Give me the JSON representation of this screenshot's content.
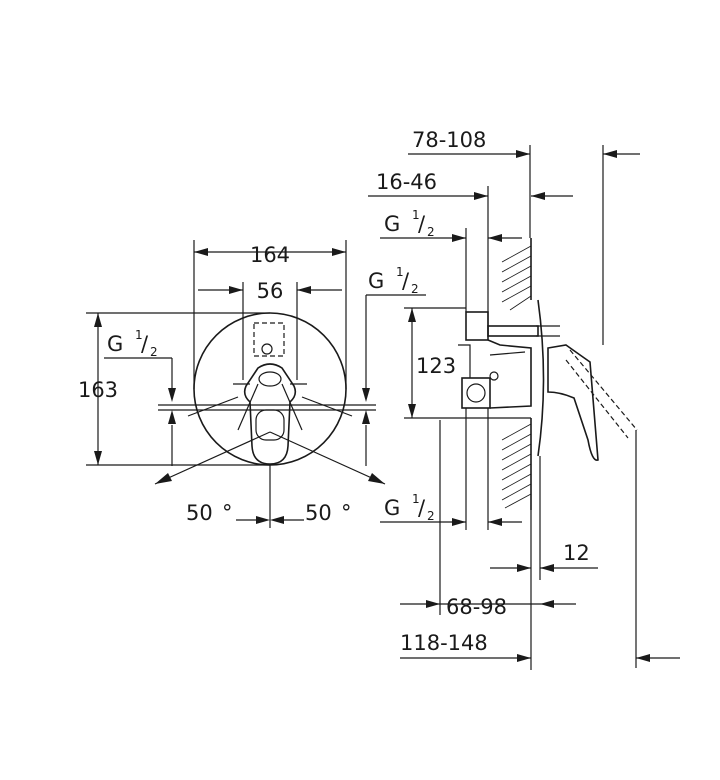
{
  "front_view": {
    "width_overall": "164",
    "width_handle": "56",
    "height_overall": "163",
    "connection_left": {
      "base": "G",
      "num": "1",
      "den": "2"
    },
    "connection_right": {
      "base": "G",
      "num": "1",
      "den": "2"
    },
    "angle_left": "50",
    "angle_right": "50",
    "degree_symbol": "°"
  },
  "side_view": {
    "depth_range_top": "78-108",
    "depth_range_mid": "16-46",
    "connection_top": {
      "base": "G",
      "num": "1",
      "den": "2"
    },
    "connection_bottom": {
      "base": "G",
      "num": "1",
      "den": "2"
    },
    "height_body": "123",
    "plate_thickness": "12",
    "depth_range_lower": "68-98",
    "depth_range_bottom": "118-148"
  }
}
